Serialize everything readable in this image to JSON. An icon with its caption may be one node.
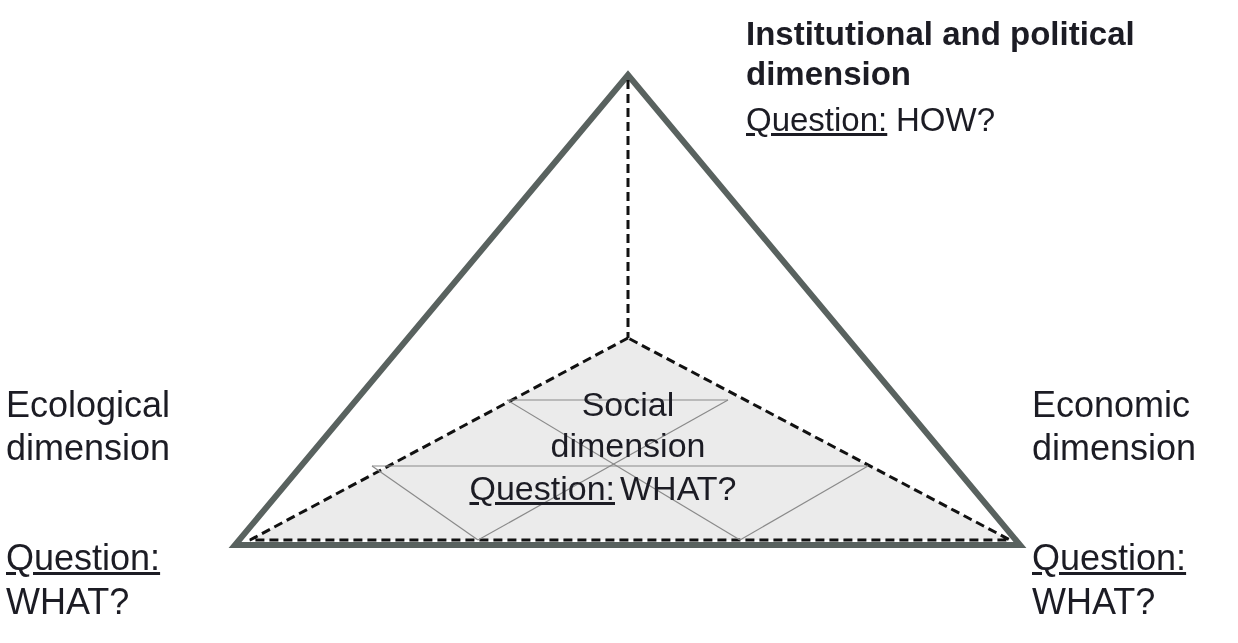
{
  "diagram": {
    "nodes": [
      {
        "text": [
          "Social dimension",
          "Question:",
          "WHAT?"
        ]
      }
    ],
    "labels": [
      "Institutional and political dimension",
      "Question:",
      "HOW?",
      "Ecological dimension",
      "Economic dimension",
      "Question:",
      "Question:",
      "WHAT?",
      "WHAT?"
    ]
  }
}
